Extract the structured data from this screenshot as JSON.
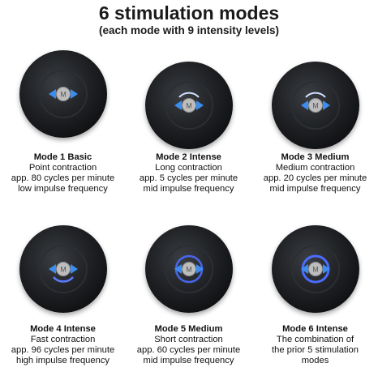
{
  "header": {
    "title": "6 stimulation modes",
    "subtitle": "(each mode with 9 intensity levels)"
  },
  "device": {
    "button_label": "M"
  },
  "colors": {
    "device_body": "#1a1c1f",
    "accent_blue": "#3b8df0",
    "glow_blue": "#4a6cff",
    "center_button": "#bdbdbd"
  },
  "modes": [
    {
      "name": "Mode 1 Basic",
      "line1": "Point contraction",
      "line2": "app. 80 cycles per minute",
      "line3": "low impulse frequency"
    },
    {
      "name": "Mode 2 Intense",
      "line1": "Long contraction",
      "line2": "app. 5 cycles per minute",
      "line3": "mid impulse frequency"
    },
    {
      "name": "Mode 3 Medium",
      "line1": "Medium contraction",
      "line2": "app. 20 cycles per minute",
      "line3": "mid impulse frequency"
    },
    {
      "name": "Mode 4 Intense",
      "line1": "Fast contraction",
      "line2": "app. 96 cycles per minute",
      "line3": "high impulse frequency"
    },
    {
      "name": "Mode 5 Medium",
      "line1": "Short contraction",
      "line2": "app. 60 cycles per minute",
      "line3": "mid impulse frequency"
    },
    {
      "name": "Mode 6 Intense",
      "line1": "The combination of",
      "line2": "the prior 5 stimulation",
      "line3": "modes"
    }
  ]
}
